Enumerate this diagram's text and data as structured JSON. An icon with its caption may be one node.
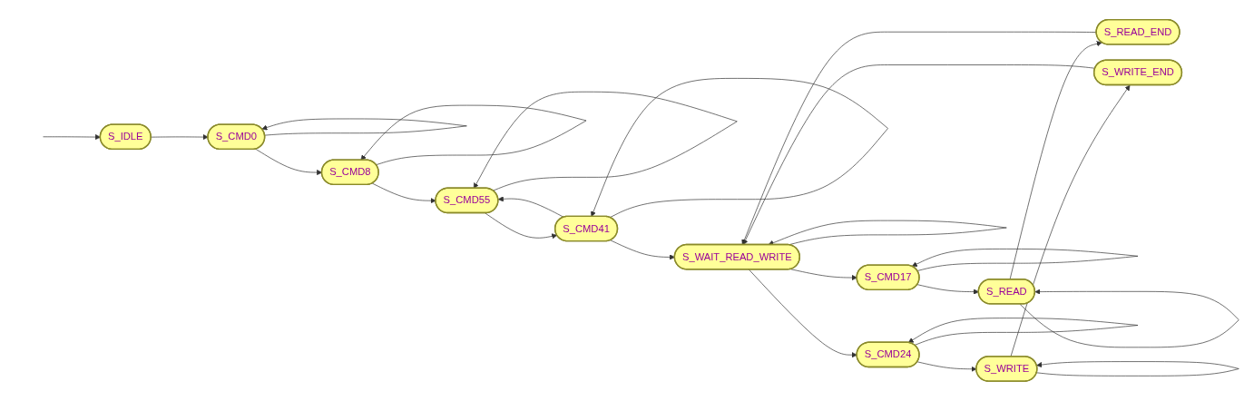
{
  "diagram": {
    "nodes": [
      {
        "text": [
          "S_IDLE"
        ]
      },
      {
        "text": [
          "S_CMD0"
        ]
      },
      {
        "text": [
          "S_WAIT_READ_WRITE"
        ]
      },
      {
        "text": [
          "S_CMD24"
        ]
      },
      {
        "text": [
          "S_CMD17"
        ]
      },
      {
        "text": [
          "S_CMD41"
        ]
      },
      {
        "text": [
          "S_CMD55"
        ]
      },
      {
        "text": [
          "S_WRITE"
        ]
      },
      {
        "text": [
          "S_CMD8"
        ]
      },
      {
        "text": [
          "S_READ"
        ]
      },
      {
        "text": [
          "S_READ_END"
        ]
      },
      {
        "text": [
          "S_WRITE_END"
        ]
      }
    ],
    "edges": [
      {
        "from": null,
        "to": 0,
        "arrow": "to"
      },
      {
        "from": 0,
        "to": 1,
        "arrow": "to"
      },
      {
        "from": 1,
        "to": 1,
        "arrow": "to"
      },
      {
        "from": 1,
        "to": 8,
        "arrow": "to"
      },
      {
        "from": 8,
        "to": 8,
        "arrow": "to"
      },
      {
        "from": 8,
        "to": 6,
        "arrow": "to"
      },
      {
        "from": 6,
        "to": 6,
        "arrow": "to"
      },
      {
        "from": 6,
        "to": 5,
        "arrow": "to"
      },
      {
        "from": 5,
        "to": 5,
        "arrow": "to"
      },
      {
        "from": 5,
        "to": 6,
        "arrow": "to"
      },
      {
        "from": 5,
        "to": 2,
        "arrow": "to"
      },
      {
        "from": 2,
        "to": 2,
        "arrow": "to"
      },
      {
        "from": 2,
        "to": 4,
        "arrow": "to"
      },
      {
        "from": 2,
        "to": 3,
        "arrow": "to"
      },
      {
        "from": 4,
        "to": 4,
        "arrow": "to"
      },
      {
        "from": 4,
        "to": 9,
        "arrow": "to"
      },
      {
        "from": 9,
        "to": 9,
        "arrow": "to"
      },
      {
        "from": 3,
        "to": 3,
        "arrow": "to"
      },
      {
        "from": 3,
        "to": 7,
        "arrow": "to"
      },
      {
        "from": 7,
        "to": 7,
        "arrow": "to"
      },
      {
        "from": 7,
        "to": 11,
        "arrow": "to"
      },
      {
        "from": 9,
        "to": 10,
        "arrow": "to"
      },
      {
        "from": 10,
        "to": 2,
        "arrow": "to"
      },
      {
        "from": 11,
        "to": 2,
        "arrow": "to"
      }
    ]
  }
}
